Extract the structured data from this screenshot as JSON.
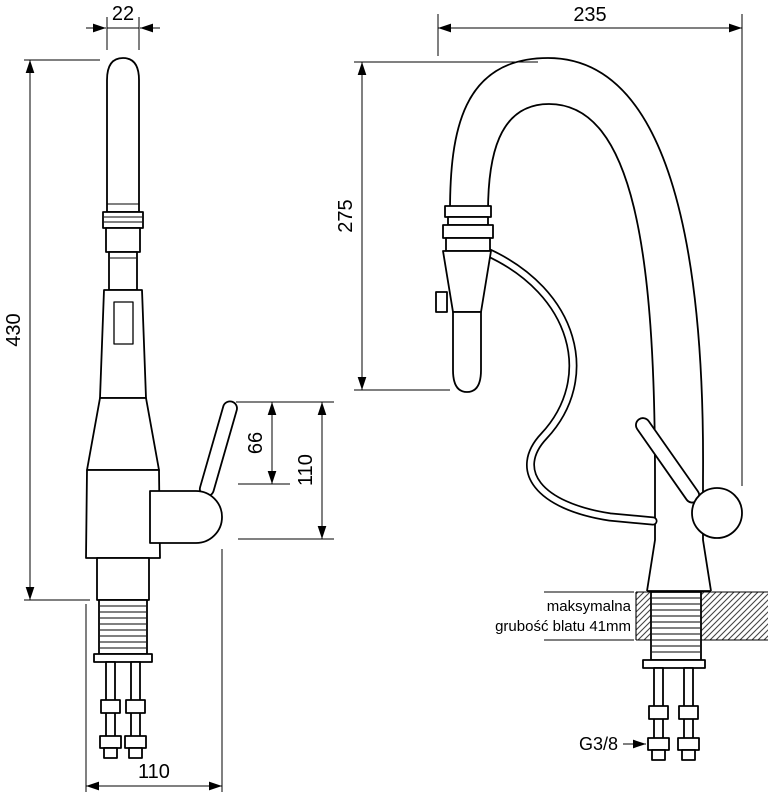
{
  "drawing": {
    "colors": {
      "line": "#000000",
      "background": "#ffffff"
    },
    "front_view": {
      "dim_spout_width_mm": "22",
      "dim_total_height_mm": "430",
      "dim_handle_offset_mm": "66",
      "dim_handle_height_mm": "110",
      "dim_base_width_mm": "110"
    },
    "side_view": {
      "dim_reach_mm": "235",
      "dim_spout_height_mm": "275",
      "countertop_note_line1": "maksymalna",
      "countertop_note_line2": "grubość blatu 41mm",
      "thread_label": "G3/8"
    }
  }
}
